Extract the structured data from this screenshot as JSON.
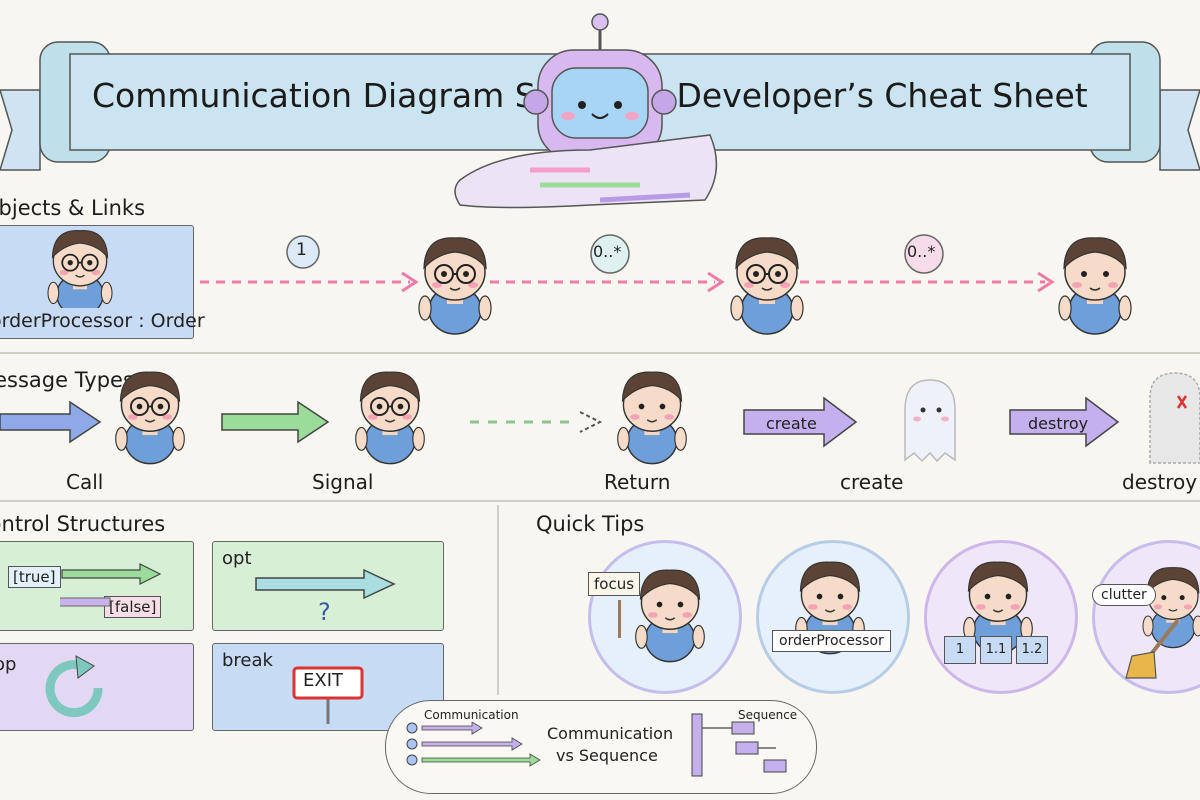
{
  "banner": {
    "title": "Communication Diagram Symbols: Developer’s Cheat Sheet"
  },
  "sections": {
    "objects_links": "Objects & Links",
    "message_types": "Message Types",
    "control_structures": "Control Structures",
    "quick_tips": "Quick Tips"
  },
  "objects": {
    "box_label": "orderProcessor : Order",
    "multiplicities": [
      "1",
      "0..*",
      "0..*"
    ]
  },
  "messages": {
    "captions": [
      "Call",
      "Signal",
      "Return",
      "create",
      "destroy"
    ],
    "create_arrow": "create",
    "destroy_arrow": "destroy"
  },
  "control": {
    "alt_true": "[true]",
    "alt_false": "[false]",
    "opt": "opt",
    "opt_mark": "?",
    "loop": "loop",
    "break": "break",
    "exit": "EXIT"
  },
  "tips": {
    "focus": "focus",
    "name_plate": "orderProcessor",
    "numbers": [
      "1",
      "1.1",
      "1.2"
    ],
    "clutter": "clutter"
  },
  "comparison": {
    "left": "Communication",
    "center_line1": "Communication",
    "center_line2": "vs Sequence",
    "right": "Sequence"
  },
  "colors": {
    "pink": "#f07aa8",
    "blue": "#8fa8e8",
    "green": "#9bdc9b",
    "purple": "#b79be6",
    "panel_blue": "#c7dcf4",
    "panel_green": "#d7efd5",
    "panel_purple": "#e3d8f4"
  }
}
